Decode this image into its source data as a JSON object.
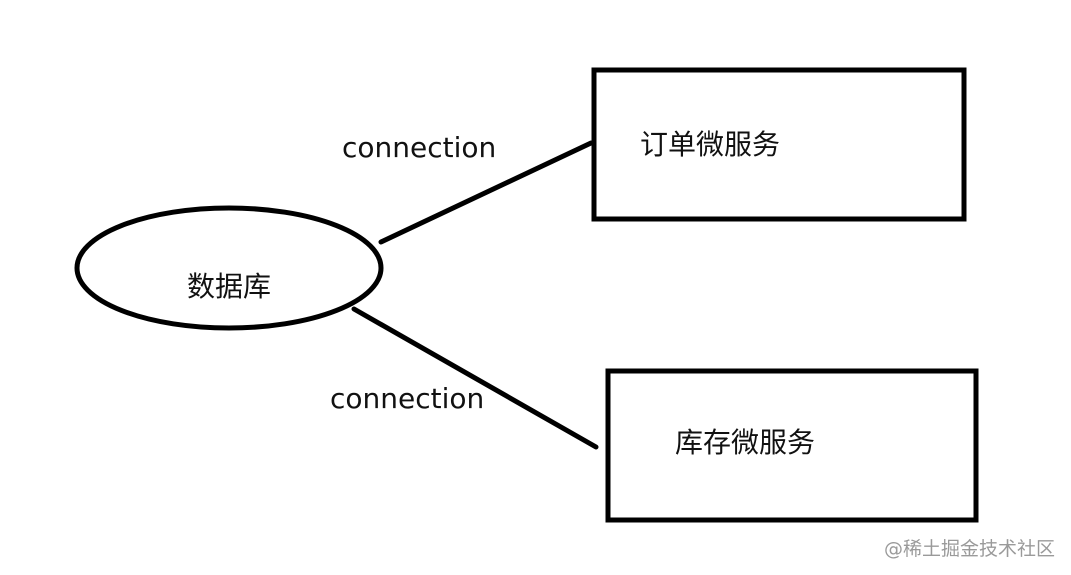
{
  "diagram": {
    "nodes": {
      "database": {
        "label": "数据库",
        "shape": "ellipse"
      },
      "order_service": {
        "label": "订单微服务",
        "shape": "rectangle"
      },
      "inventory_service": {
        "label": "库存微服务",
        "shape": "rectangle"
      }
    },
    "edges": [
      {
        "from": "database",
        "to": "order_service",
        "label": "connection"
      },
      {
        "from": "database",
        "to": "inventory_service",
        "label": "connection"
      }
    ],
    "colors": {
      "stroke": "#000000",
      "text": "#111111",
      "background": "#ffffff"
    }
  },
  "watermark": {
    "text": "@稀土掘金技术社区"
  }
}
